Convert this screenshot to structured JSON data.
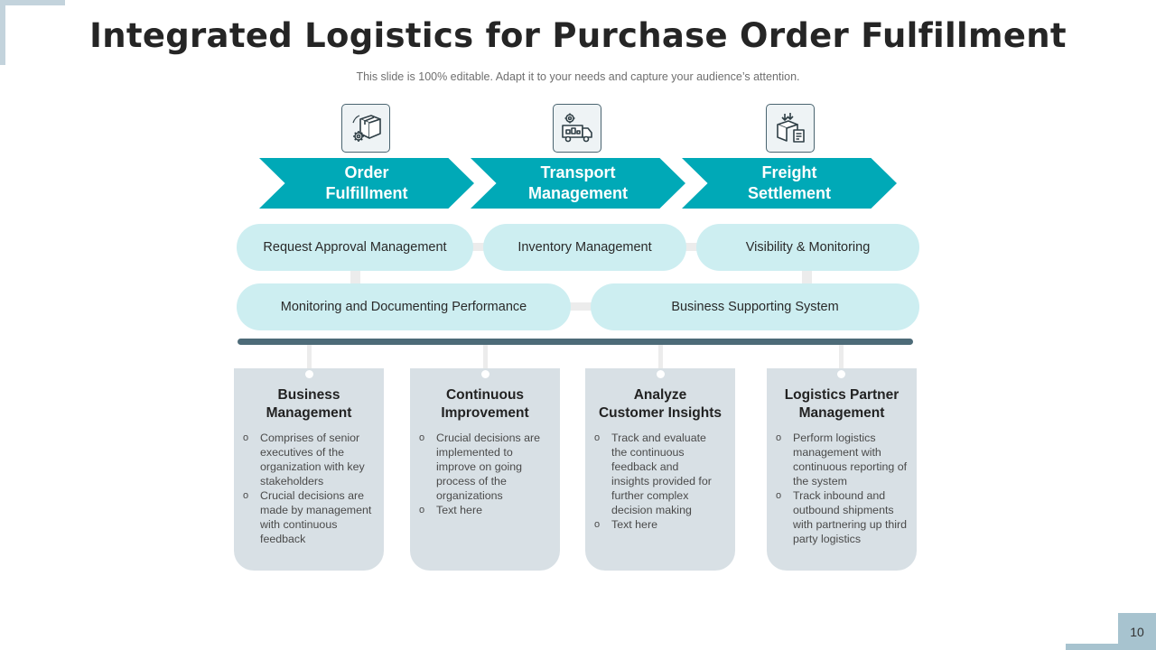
{
  "title": "Integrated Logistics for Purchase Order Fulfillment",
  "subtitle": "This slide is 100% editable. Adapt it to your needs and capture your audience’s attention.",
  "stages": [
    {
      "label": "Order\nFulfillment",
      "icon": "package-gear-icon"
    },
    {
      "label": "Transport\nManagement",
      "icon": "truck-gear-icon"
    },
    {
      "label": "Freight\nSettlement",
      "icon": "package-invoice-icon"
    }
  ],
  "processes": [
    "Request Approval Management",
    "Inventory Management",
    "Visibility & Monitoring",
    "Monitoring and Documenting Performance",
    "Business Supporting System"
  ],
  "cards": [
    {
      "title": "Business\nManagement",
      "bullets": [
        "Comprises of senior executives of the organization with key stakeholders",
        "Crucial decisions are made by management with continuous feedback"
      ]
    },
    {
      "title": "Continuous\nImprovement",
      "bullets": [
        "Crucial decisions are implemented to improve  on going process of the organizations",
        "Text here"
      ]
    },
    {
      "title": "Analyze\nCustomer Insights",
      "bullets": [
        "Track and evaluate the continuous feedback and insights provided for further complex decision making",
        "Text here"
      ]
    },
    {
      "title": "Logistics Partner\nManagement",
      "bullets": [
        "Perform logistics management with continuous reporting of the system",
        "Track inbound and outbound shipments with partnering  up third party logistics"
      ]
    }
  ],
  "page_number": "10",
  "colors": {
    "teal": "#00a9b7",
    "light_teal": "#cdeef1",
    "slate": "#4d6b78",
    "card": "#d8e0e5"
  }
}
